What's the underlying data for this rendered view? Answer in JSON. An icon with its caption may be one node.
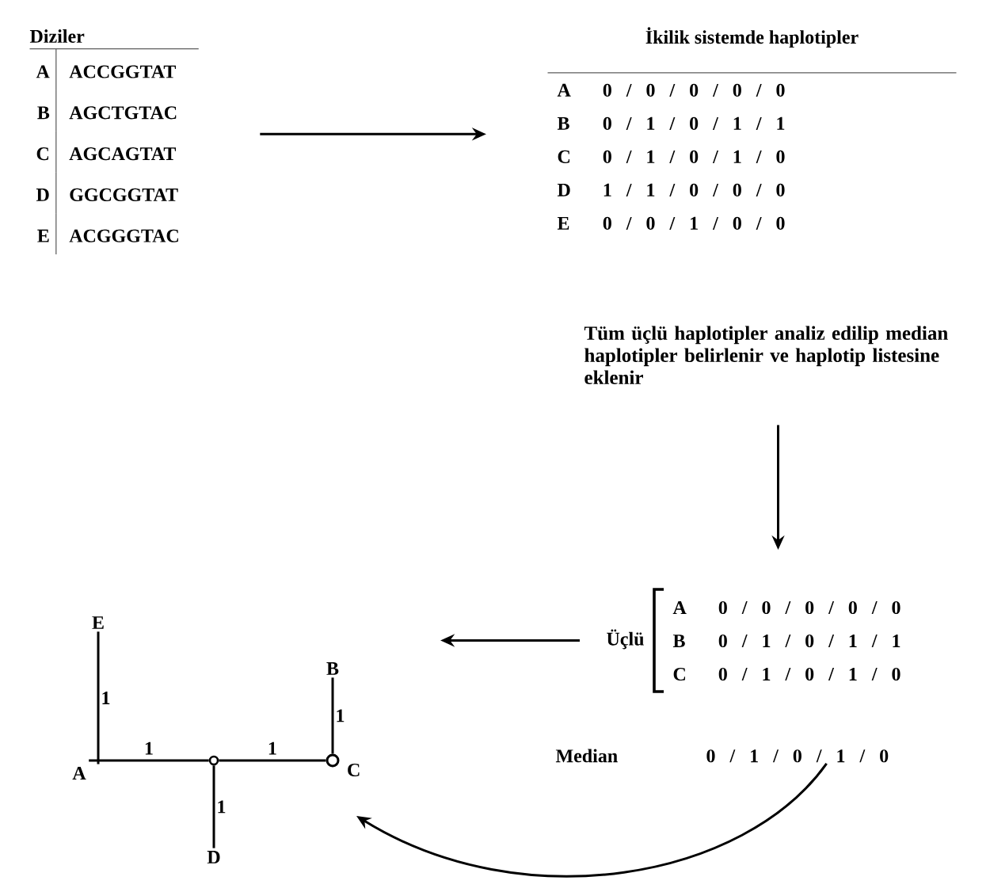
{
  "diagram": {
    "nodes": [
      {
        "text": [
          "Diziler"
        ]
      },
      {
        "text": [
          "İkilik sistemde haplotipler"
        ]
      },
      {
        "text": [
          "Tüm üçlü haplotipler analiz edilip median haplotipler belirlenir ve haplotip listesine eklenir"
        ]
      },
      {
        "text": [
          "Üçlü"
        ]
      },
      {
        "text": [
          "Median"
        ]
      },
      {
        "text": [
          "E"
        ]
      },
      {
        "text": [
          "A"
        ]
      },
      {
        "text": [],
        "shape": "circle"
      },
      {
        "text": [
          "B"
        ]
      },
      {
        "text": [],
        "shape": "circle",
        "beside": [
          "C"
        ]
      },
      {
        "text": [
          "D"
        ]
      }
    ],
    "edges": [
      {
        "from": 0,
        "to": 1,
        "arrow": "to"
      },
      {
        "from": 2,
        "to": 3,
        "arrow": "to"
      },
      {
        "from": 3,
        "to": null,
        "arrow": "to"
      },
      {
        "from": 4,
        "to": null,
        "arrow": "to"
      },
      {
        "from": 6,
        "to": 5,
        "arrow": "none",
        "label": "1"
      },
      {
        "from": 6,
        "to": 7,
        "arrow": "none",
        "label": "1"
      },
      {
        "from": 7,
        "to": 9,
        "arrow": "none",
        "label": "1"
      },
      {
        "from": 7,
        "to": 10,
        "arrow": "none",
        "label": "1"
      },
      {
        "from": 8,
        "to": 9,
        "arrow": "none",
        "label": "1"
      }
    ],
    "labels": [
      "A",
      "ACCGGTAT",
      "B",
      "AGCTGTAC",
      "C",
      "AGCAGTAT",
      "D",
      "GGCGGTAT",
      "E",
      "ACGGGTAC",
      "A",
      "0 / 0 / 0 / 0 / 0",
      "B",
      "0 / 1 / 0 / 1 / 1",
      "C",
      "0 / 1 / 0 / 1 / 0",
      "D",
      "1 / 1 / 0 / 0 / 0",
      "E",
      "0 / 0 / 1 / 0 / 0",
      "A",
      "0 / 0 / 0 / 0 / 0",
      "B",
      "0 / 1 / 0 / 1 / 1",
      "C",
      "0 / 1 / 0 / 1 / 0",
      "0 / 1 / 0 / 1 / 0"
    ]
  }
}
